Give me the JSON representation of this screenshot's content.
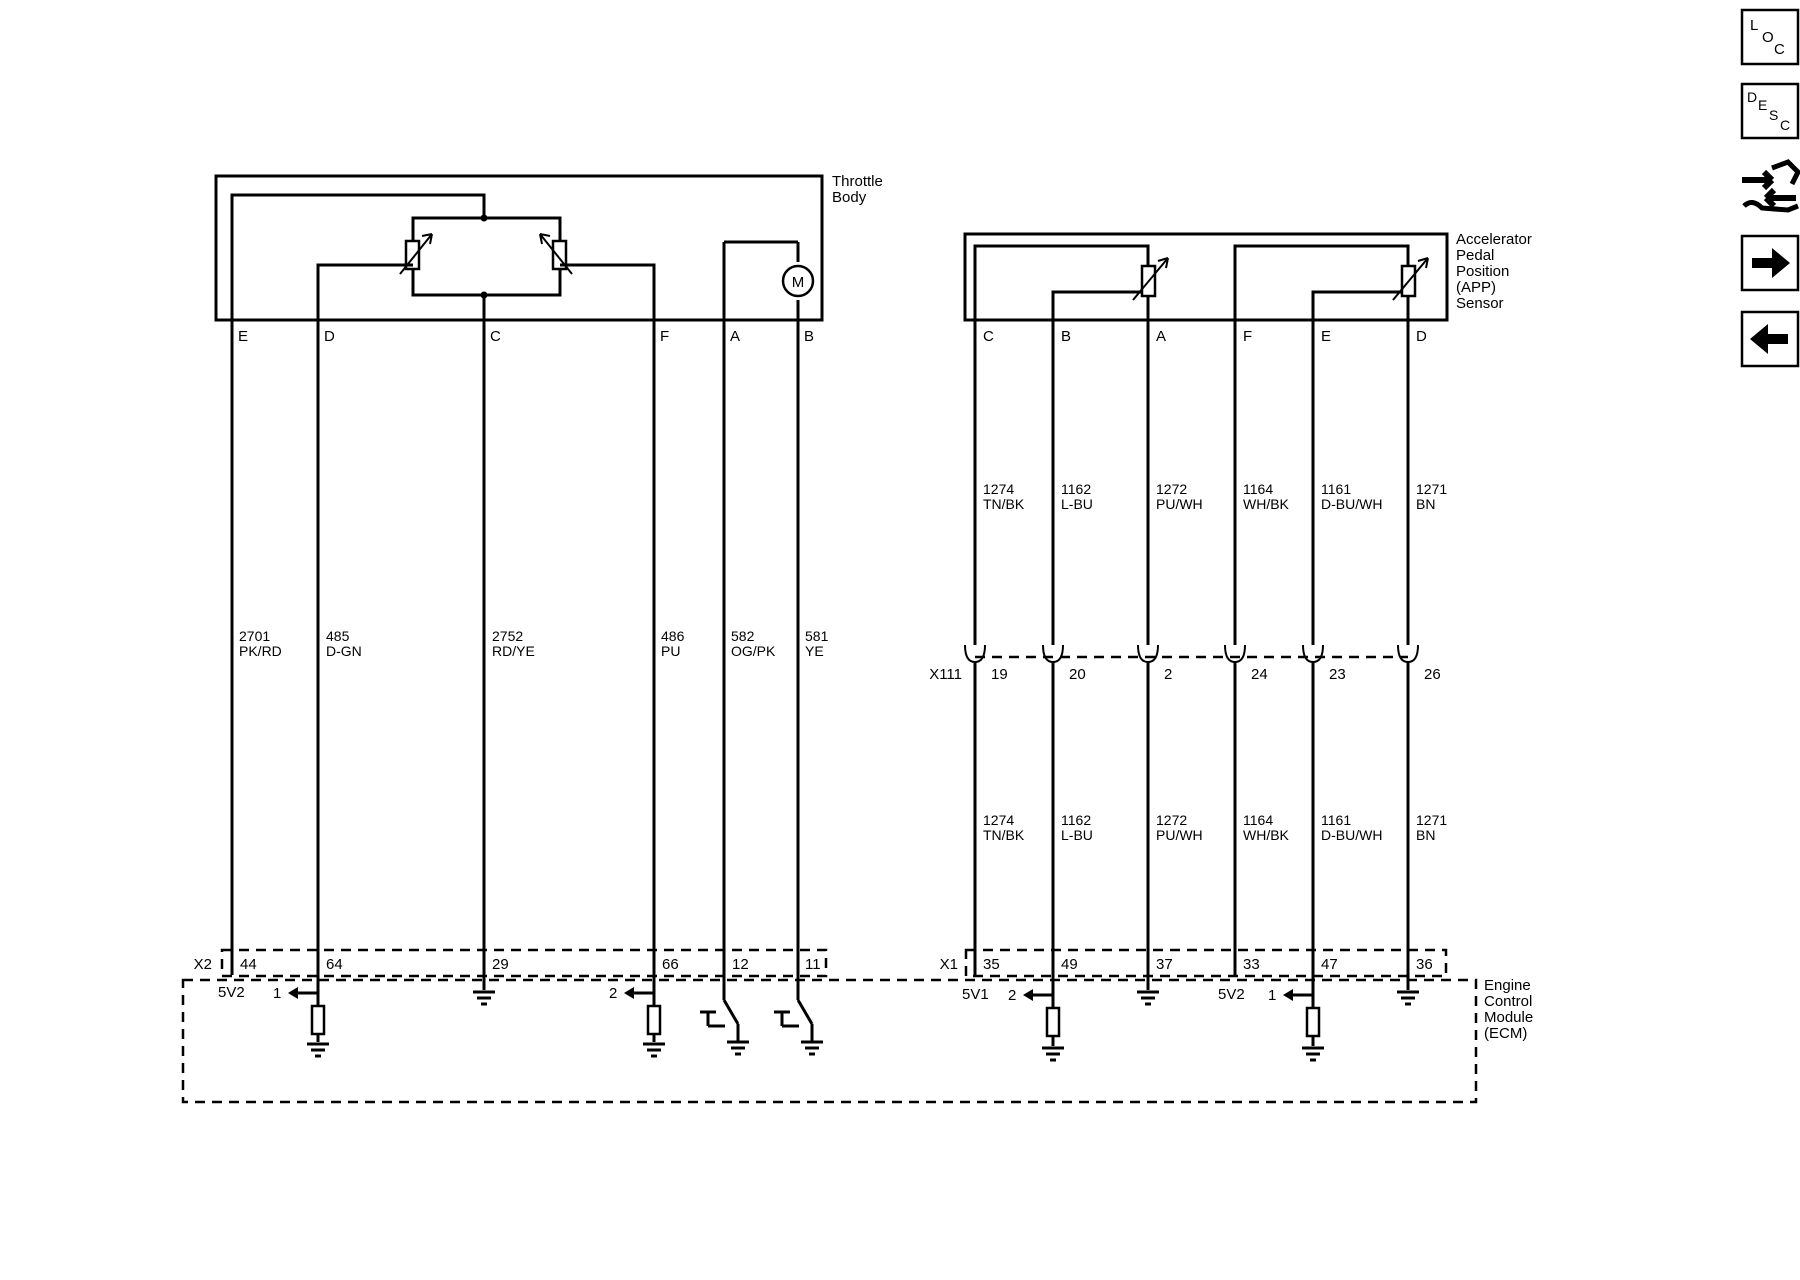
{
  "throttle_body": {
    "title_line1": "Throttle",
    "title_line2": "Body",
    "motor_symbol": "M",
    "pins": [
      "E",
      "D",
      "C",
      "F",
      "A",
      "B"
    ],
    "wires": [
      {
        "circuit": "2701",
        "color": "PK/RD"
      },
      {
        "circuit": "485",
        "color": "D-GN"
      },
      {
        "circuit": "2752",
        "color": "RD/YE"
      },
      {
        "circuit": "486",
        "color": "PU"
      },
      {
        "circuit": "582",
        "color": "OG/PK"
      },
      {
        "circuit": "581",
        "color": "YE"
      }
    ],
    "ecm_connector": "X2",
    "ecm_pins": [
      "44",
      "64",
      "29",
      "66",
      "12",
      "11"
    ],
    "ref_5v": "5V2",
    "sig_d": "1",
    "sig_f": "2"
  },
  "app_sensor": {
    "title_lines": [
      "Accelerator",
      "Pedal",
      "Position",
      "(APP)",
      "Sensor"
    ],
    "pins": [
      "C",
      "B",
      "A",
      "F",
      "E",
      "D"
    ],
    "wires": [
      {
        "circuit": "1274",
        "color": "TN/BK"
      },
      {
        "circuit": "1162",
        "color": "L-BU"
      },
      {
        "circuit": "1272",
        "color": "PU/WH"
      },
      {
        "circuit": "1164",
        "color": "WH/BK"
      },
      {
        "circuit": "1161",
        "color": "D-BU/WH"
      },
      {
        "circuit": "1271",
        "color": "BN"
      }
    ],
    "inline_connector": "X111",
    "inline_pins": [
      "19",
      "20",
      "2",
      "24",
      "23",
      "26"
    ],
    "ecm_connector": "X1",
    "ecm_pins": [
      "35",
      "49",
      "37",
      "33",
      "47",
      "36"
    ],
    "ref_a": "5V1",
    "ref_b": "5V2",
    "sig_b": "2",
    "sig_e": "1"
  },
  "ecm": {
    "title_lines": [
      "Engine",
      "Control",
      "Module",
      "(ECM)"
    ]
  },
  "nav": {
    "loc": {
      "l": "L",
      "o": "O",
      "c": "C"
    },
    "desc": {
      "d": "D",
      "e": "E",
      "s": "S",
      "c": "C"
    }
  }
}
